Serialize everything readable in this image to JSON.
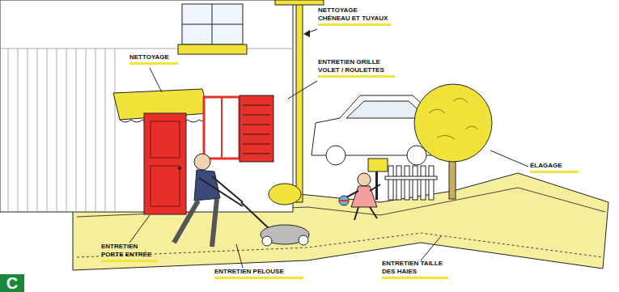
{
  "diagram": {
    "labels": [
      "NETTOYAGE CHÉNEAU ET TUYAUX",
      "NETTOYAGE",
      "ENTRETIEN GRILLE VOLET / ROULETTES",
      "ÉLAGAGE",
      "ENTRETIEN PORTE ENTRÉE",
      "ENTRETIEN PELOUSE",
      "ENTRETIEN TAILLE DES HAIES",
      "C"
    ]
  }
}
